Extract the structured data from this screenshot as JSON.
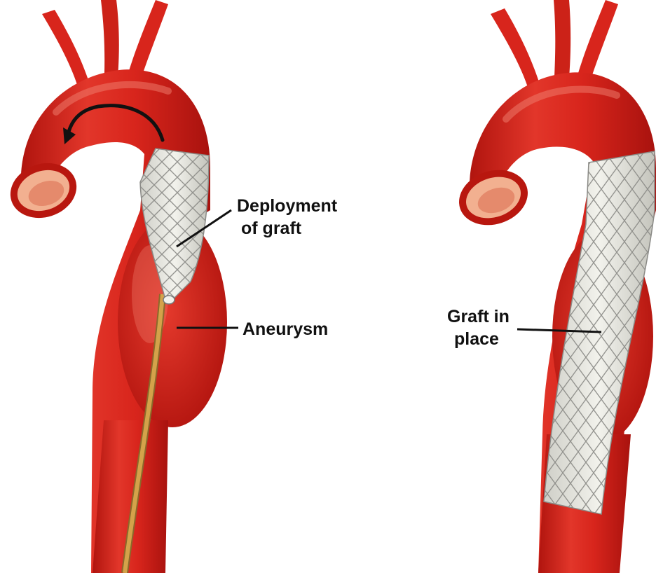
{
  "labels": {
    "deployment_line1": "Deployment",
    "deployment_line2": "of graft",
    "aneurysm": "Aneurysm",
    "graft_line1": "Graft in",
    "graft_line2": "place"
  },
  "colors": {
    "vessel": "#d8251c",
    "vessel_dark": "#a8120e",
    "vessel_highlight": "#f08070",
    "lumen": "#f2b090",
    "graft": "#e6e6e0",
    "graft_mesh": "#8a8a86",
    "catheter": "#d4a24a",
    "leader_line": "#111111"
  }
}
